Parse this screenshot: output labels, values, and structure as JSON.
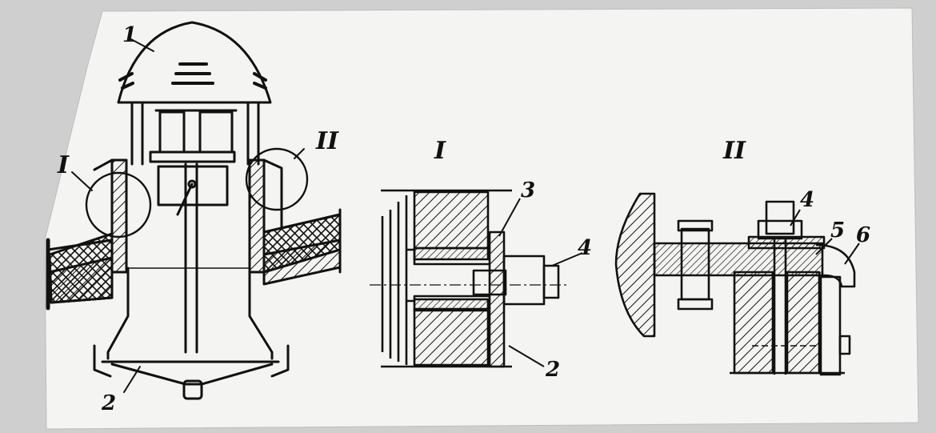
{
  "views": {
    "detail_I_title": "I",
    "detail_II_title": "II"
  },
  "main_view": {
    "callout_1": "1",
    "callout_2": "2",
    "callout_I": "I",
    "callout_II": "II"
  },
  "detail_I": {
    "callout_3": "3",
    "callout_4": "4",
    "callout_2": "2"
  },
  "detail_II": {
    "callout_4": "4",
    "callout_5": "5",
    "callout_6": "6"
  },
  "colors": {
    "paper": "#f4f4f2",
    "ink": "#111111",
    "background": "#cfcfcf"
  }
}
